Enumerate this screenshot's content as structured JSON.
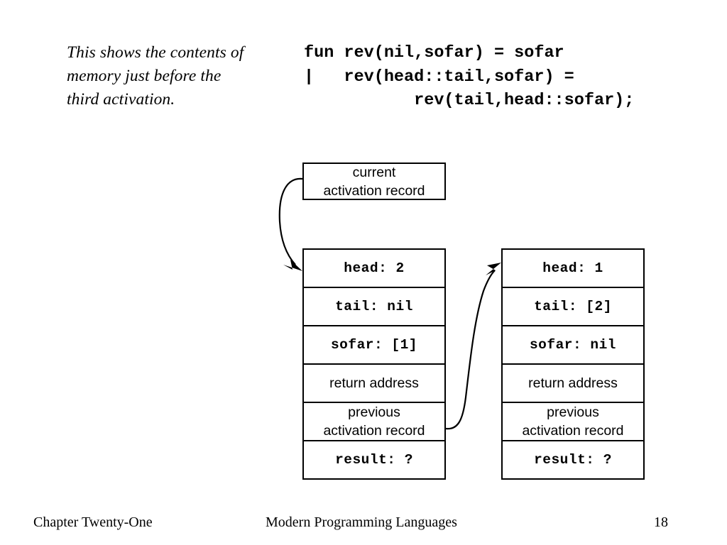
{
  "caption": {
    "lines": [
      "This shows the contents of",
      "memory just before the",
      "third activation."
    ],
    "text": "This shows the contents of memory just before the third activation."
  },
  "code": {
    "language": "SML",
    "lines": [
      "fun rev(nil,sofar) = sofar",
      "|   rev(head::tail,sofar) =",
      "           rev(tail,head::sofar);"
    ],
    "text": "fun rev(nil,sofar) = sofar\n|   rev(head::tail,sofar) =\n           rev(tail,head::sofar);"
  },
  "diagram": {
    "current_box": {
      "line1": "current",
      "line2": "activation record"
    },
    "frames": [
      {
        "id": "frame-left",
        "rows": [
          {
            "style": "mono",
            "text": "head: 2"
          },
          {
            "style": "mono",
            "text": "tail: nil"
          },
          {
            "style": "mono",
            "text": "sofar: [1]"
          },
          {
            "style": "sans",
            "text": "return address"
          },
          {
            "style": "sans-two-line",
            "line1": "previous",
            "line2": "activation record"
          },
          {
            "style": "mono",
            "text": "result: ?"
          }
        ]
      },
      {
        "id": "frame-right",
        "rows": [
          {
            "style": "mono",
            "text": "head: 1"
          },
          {
            "style": "mono",
            "text": "tail: [2]"
          },
          {
            "style": "mono",
            "text": "sofar: nil"
          },
          {
            "style": "sans",
            "text": "return address"
          },
          {
            "style": "sans-two-line",
            "line1": "previous",
            "line2": "activation record"
          },
          {
            "style": "mono",
            "text": "result: ?"
          }
        ]
      }
    ],
    "arrows": [
      {
        "name": "current-to-left-frame",
        "from": "current activation record box",
        "to": "left frame head row"
      },
      {
        "name": "left-previous-to-right-frame",
        "from": "left frame previous activation record row",
        "to": "right frame head row"
      }
    ],
    "stroke_color": "#000000"
  },
  "footer": {
    "chapter": "Chapter Twenty-One",
    "title": "Modern Programming Languages",
    "page": "18"
  }
}
